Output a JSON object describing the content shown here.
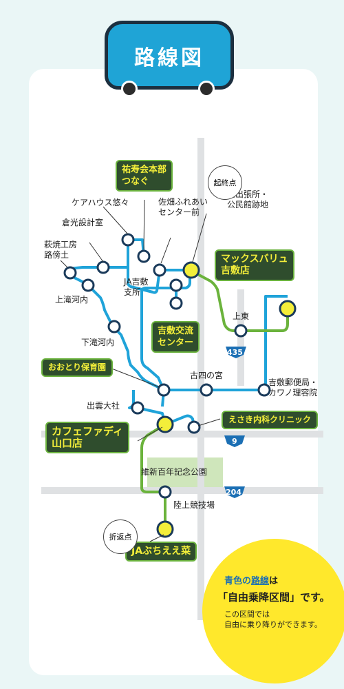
{
  "title": "路線図",
  "stops": {
    "caihouse": "ケアハウス悠々",
    "kurakou": "倉光設計室",
    "hagi": "萩焼工房\n路傍土",
    "kamitaki": "上滝河内",
    "shimotaki": "下滝河内",
    "ja_shisho": "JA吉敷\n支所",
    "sahata": "佐畑ふれあい\nセンター前",
    "kyudecho": "旧出張所・\n公民館跡地",
    "kamihigashi": "上東",
    "kosinomiya": "古四の宮",
    "yubinkyoku": "吉敷郵便局・\nカワノ理容院",
    "izumo": "出雲大社",
    "ishinpark": "維新百年記念公園",
    "rikujo": "陸上競技場"
  },
  "boxes": {
    "yujukai": "祐寿会本部\nつなぐ",
    "maxvalu": "マックスバリュ\n吉敷店",
    "koryu": "吉敷交流\nセンター",
    "otori": "おおとり保育園",
    "esaki": "えさき内科クリニック",
    "cafe": "カフェファディ\n山口店",
    "japuchi": "JAぶちええ菜"
  },
  "tags": {
    "kishuten": "起終点",
    "orikaeshi": "折返点"
  },
  "routes": {
    "r435": "435",
    "r9": "9",
    "r204": "204"
  },
  "legend": {
    "line1_a": "青色の",
    "line1_b": "路線",
    "line1_c": "は",
    "line2": "「自由乗降区間」です。",
    "line3": "この区間では\n自由に乗り降りができます。"
  },
  "colors": {
    "blue_route": "#1fa3d9",
    "green_route": "#6bb33c",
    "bus": "#1fa4d6",
    "box_bg": "#2f4d2d",
    "box_text": "#f3ee3a",
    "legend_circle": "#ffe82c"
  }
}
